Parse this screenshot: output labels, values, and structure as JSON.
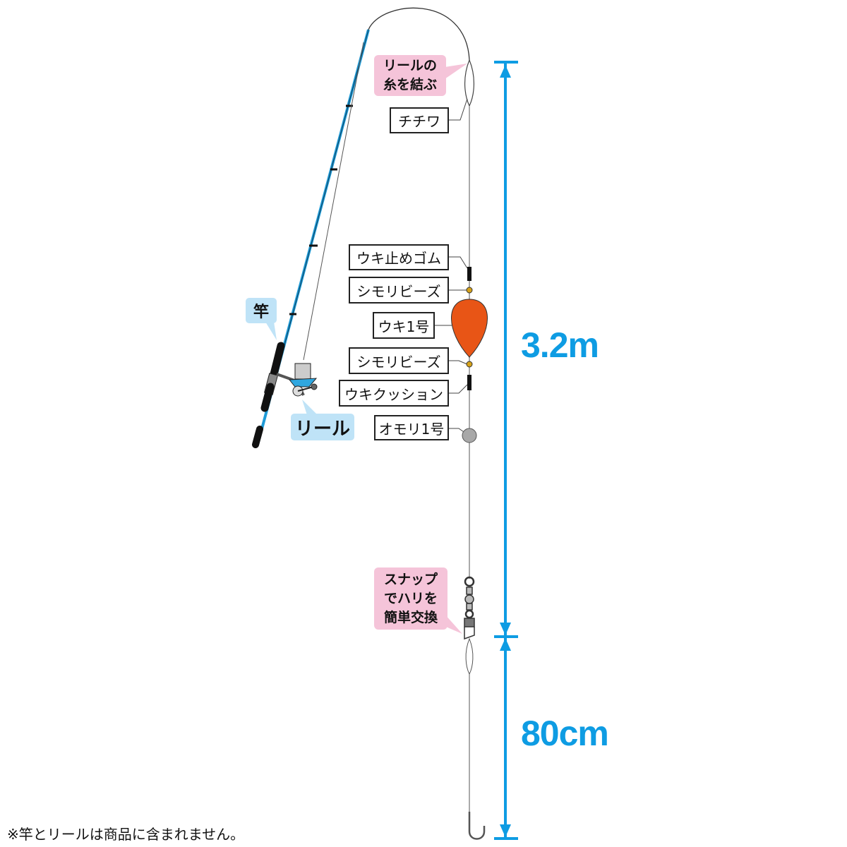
{
  "callouts": {
    "tie_reel_line": [
      "リールの",
      "糸を結ぶ"
    ],
    "snap_hook": [
      "スナップ",
      "でハリを",
      "簡単交換"
    ],
    "rod": "竿",
    "reel": "リール"
  },
  "parts": {
    "chichiwa": "チチワ",
    "float_stopper": "ウキ止めゴム",
    "shimori_beads_top": "シモリビーズ",
    "float": "ウキ1号",
    "shimori_beads_bottom": "シモリビーズ",
    "float_cushion": "ウキクッション",
    "sinker": "オモリ1号"
  },
  "dimensions": {
    "main_line": "3.2m",
    "leader": "80cm"
  },
  "note": "※竿とリールは商品に含まれません。",
  "colors": {
    "accent": "#0e9ce3",
    "float": "#e85516",
    "pink": "#f5c4d9",
    "light_blue": "#bfe3f7"
  }
}
